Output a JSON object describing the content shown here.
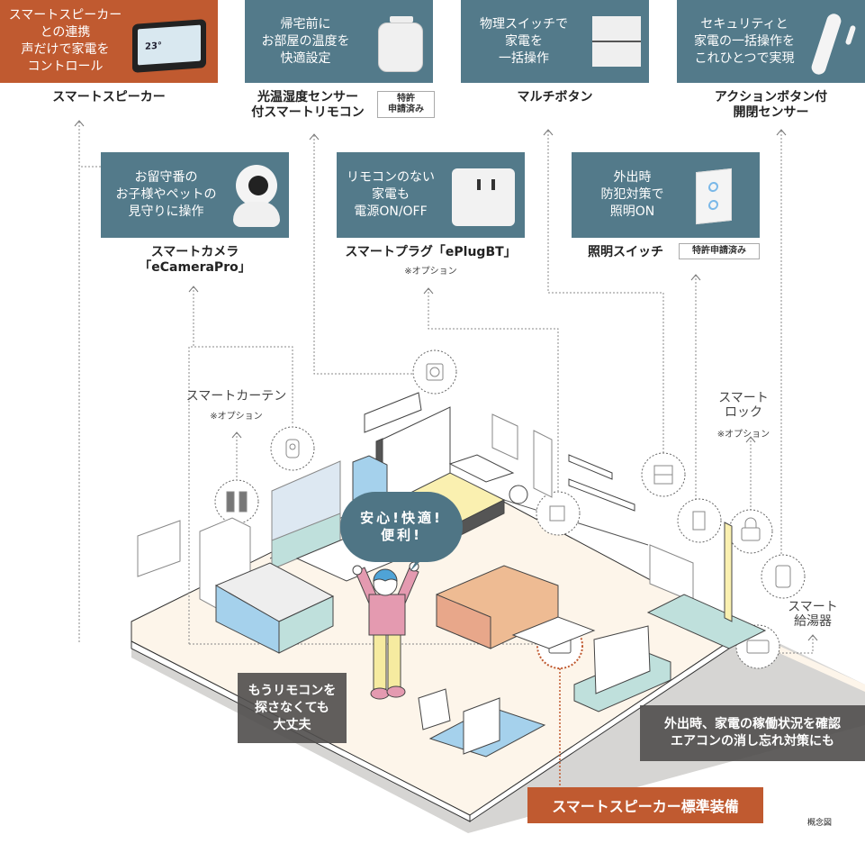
{
  "top_cards": [
    {
      "id": "smart-speaker",
      "text": "スマートスピーカー\nとの連携\n声だけで家電を\nコントロール",
      "label": "スマートスピーカー",
      "thumb": "smart-display-icon",
      "screen_temp": "23°",
      "accent": "#c05a30"
    },
    {
      "id": "sensor-remote",
      "text": "帰宅前に\nお部屋の温度を\n快適設定",
      "label": "光温湿度センサー\n付スマートリモコン",
      "badge": "特許\n申請済み",
      "thumb": "remote-hub-icon"
    },
    {
      "id": "multi-button",
      "text": "物理スイッチで\n家電を\n一括操作",
      "label": "マルチボタン",
      "thumb": "multi-button-icon"
    },
    {
      "id": "open-close-sensor",
      "text": "セキュリティと\n家電の一括操作を\nこれひとつで実現",
      "label": "アクションボタン付\n開閉センサー",
      "thumb": "door-sensor-icon"
    }
  ],
  "mid_cards": [
    {
      "id": "smart-camera",
      "text": "お留守番の\nお子様やペットの\n見守りに操作",
      "label": "スマートカメラ\n「eCameraPro」",
      "thumb": "camera-icon"
    },
    {
      "id": "smart-plug",
      "text": "リモコンのない\n家電も\n電源ON/OFF",
      "label": "スマートプラグ「ePlugBT」",
      "note": "※オプション",
      "thumb": "plug-icon"
    },
    {
      "id": "light-switch",
      "text": "外出時\n防犯対策で\n照明ON",
      "label": "照明スイッチ",
      "badge": "特許申請済み",
      "thumb": "touch-switch-icon"
    }
  ],
  "scene_labels": {
    "curtain": {
      "label": "スマートカーテン",
      "note": "※オプション"
    },
    "lock": {
      "label": "スマート\nロック",
      "note": "※オプション"
    },
    "water_heater": {
      "label": "スマート\n給湯器"
    }
  },
  "callouts": {
    "bubble": "安心!快適!\n便利!",
    "no_remote": "もうリモコンを\n探さなくても\n大丈夫",
    "away_check": "外出時、家電の稼働状況を確認\nエアコンの消し忘れ対策にも",
    "standard_equipment": "スマートスピーカー標準装備"
  },
  "footnote": "概念図",
  "colors": {
    "card_blue": "#537a8a",
    "accent_orange": "#c05a30",
    "floor": "#fdf5ea",
    "sofa": "#eebb93",
    "bed": "#faf0b0",
    "mint": "#bfe0dc",
    "light_blue": "#a5d1ec",
    "shirt_pink": "#e49ab0",
    "pants_yellow": "#f6eba0"
  }
}
